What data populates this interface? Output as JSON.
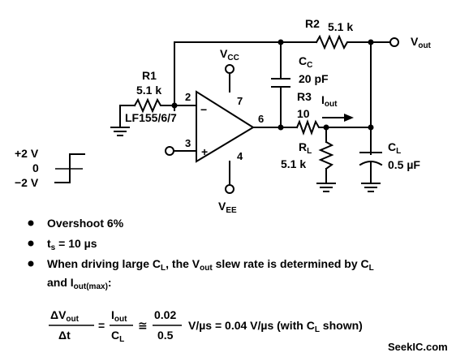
{
  "labels": {
    "r2": "R2",
    "r2_value": "5.1 k",
    "vout_main": "V",
    "vout_sub": "out",
    "r1": "R1",
    "r1_value": "5.1 k",
    "vcc_main": "V",
    "vcc_sub": "CC",
    "cc_main": "C",
    "cc_sub": "C",
    "cc_value": "20 pF",
    "r3": "R3",
    "r3_value": "10",
    "iout_main": "I",
    "iout_sub": "out",
    "ic_name": "LF155/6/7",
    "pin2": "2",
    "pin3": "3",
    "pin4": "4",
    "pin6": "6",
    "pin7": "7",
    "minus": "−",
    "plus": "+",
    "rl_main": "R",
    "rl_sub": "L",
    "rl_value": "5.1 k",
    "cl_main": "C",
    "cl_sub": "L",
    "cl_value": "0.5 µF",
    "vee_main": "V",
    "vee_sub": "EE",
    "step_plus": "+2 V",
    "step_zero": "0",
    "step_minus": "−2 V"
  },
  "notes": {
    "overshoot": "Overshoot 6%",
    "ts_main": "t",
    "ts_sub": "s",
    "ts_rest": " = 10 µs",
    "line3_a": "When driving large C",
    "line3_b": "L",
    "line3_c": ", the V",
    "line3_d": "out",
    "line3_e": " slew rate is determined by C",
    "line3_f": "L",
    "line4_a": "and I",
    "line4_b": "out(max)",
    "line4_c": ":"
  },
  "formula": {
    "num1": "ΔV",
    "num1_sub": "out",
    "den1": "Δt",
    "eq": "=",
    "num2": "I",
    "num2_sub": "out",
    "den2": "C",
    "den2_sub": "L",
    "approx": "≅",
    "num3": "0.02",
    "den3": "0.5",
    "rest_a": "V/µs = 0.04 V/µs (with C",
    "rest_b": "L",
    "rest_c": " shown)"
  },
  "watermark": "SeekIC.com"
}
